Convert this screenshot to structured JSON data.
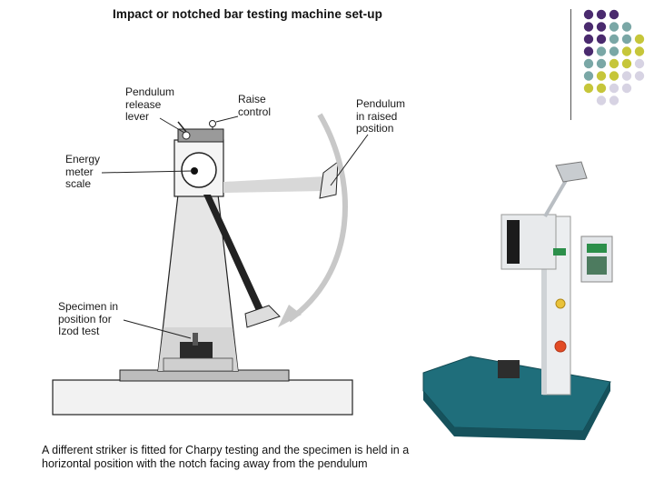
{
  "title": "Impact or notched bar testing machine set-up",
  "labels": {
    "pendulum_release_lever": [
      "Pendulum",
      "release",
      "lever"
    ],
    "raise_control": [
      "Raise",
      "control"
    ],
    "pendulum_raised": [
      "Pendulum",
      "in raised",
      "position"
    ],
    "energy_meter": [
      "Energy",
      "meter",
      "scale"
    ],
    "specimen": [
      "Specimen in",
      "position for",
      "Izod test"
    ]
  },
  "caption": "A different striker is fitted for Charpy testing and the specimen is held in a horizontal position with the notch facing away from the pendulum",
  "colors": {
    "purple": "#4a2a6e",
    "teal": "#7aa7a6",
    "olive": "#c6c63a",
    "lavender": "#d7d3e3",
    "machine_base": "#1e6d7a",
    "machine_body": "#e9ecef"
  },
  "dot_grid": [
    [
      "purple",
      "purple",
      "purple",
      null,
      null
    ],
    [
      "purple",
      "purple",
      "teal",
      "teal",
      null
    ],
    [
      "purple",
      "purple",
      "teal",
      "teal",
      "olive"
    ],
    [
      "purple",
      "teal",
      "teal",
      "olive",
      "olive"
    ],
    [
      "teal",
      "teal",
      "olive",
      "olive",
      "lavender"
    ],
    [
      "teal",
      "olive",
      "olive",
      "lavender",
      "lavender"
    ],
    [
      "olive",
      "olive",
      "lavender",
      "lavender",
      null
    ],
    [
      null,
      "lavender",
      "lavender",
      null,
      null
    ]
  ]
}
